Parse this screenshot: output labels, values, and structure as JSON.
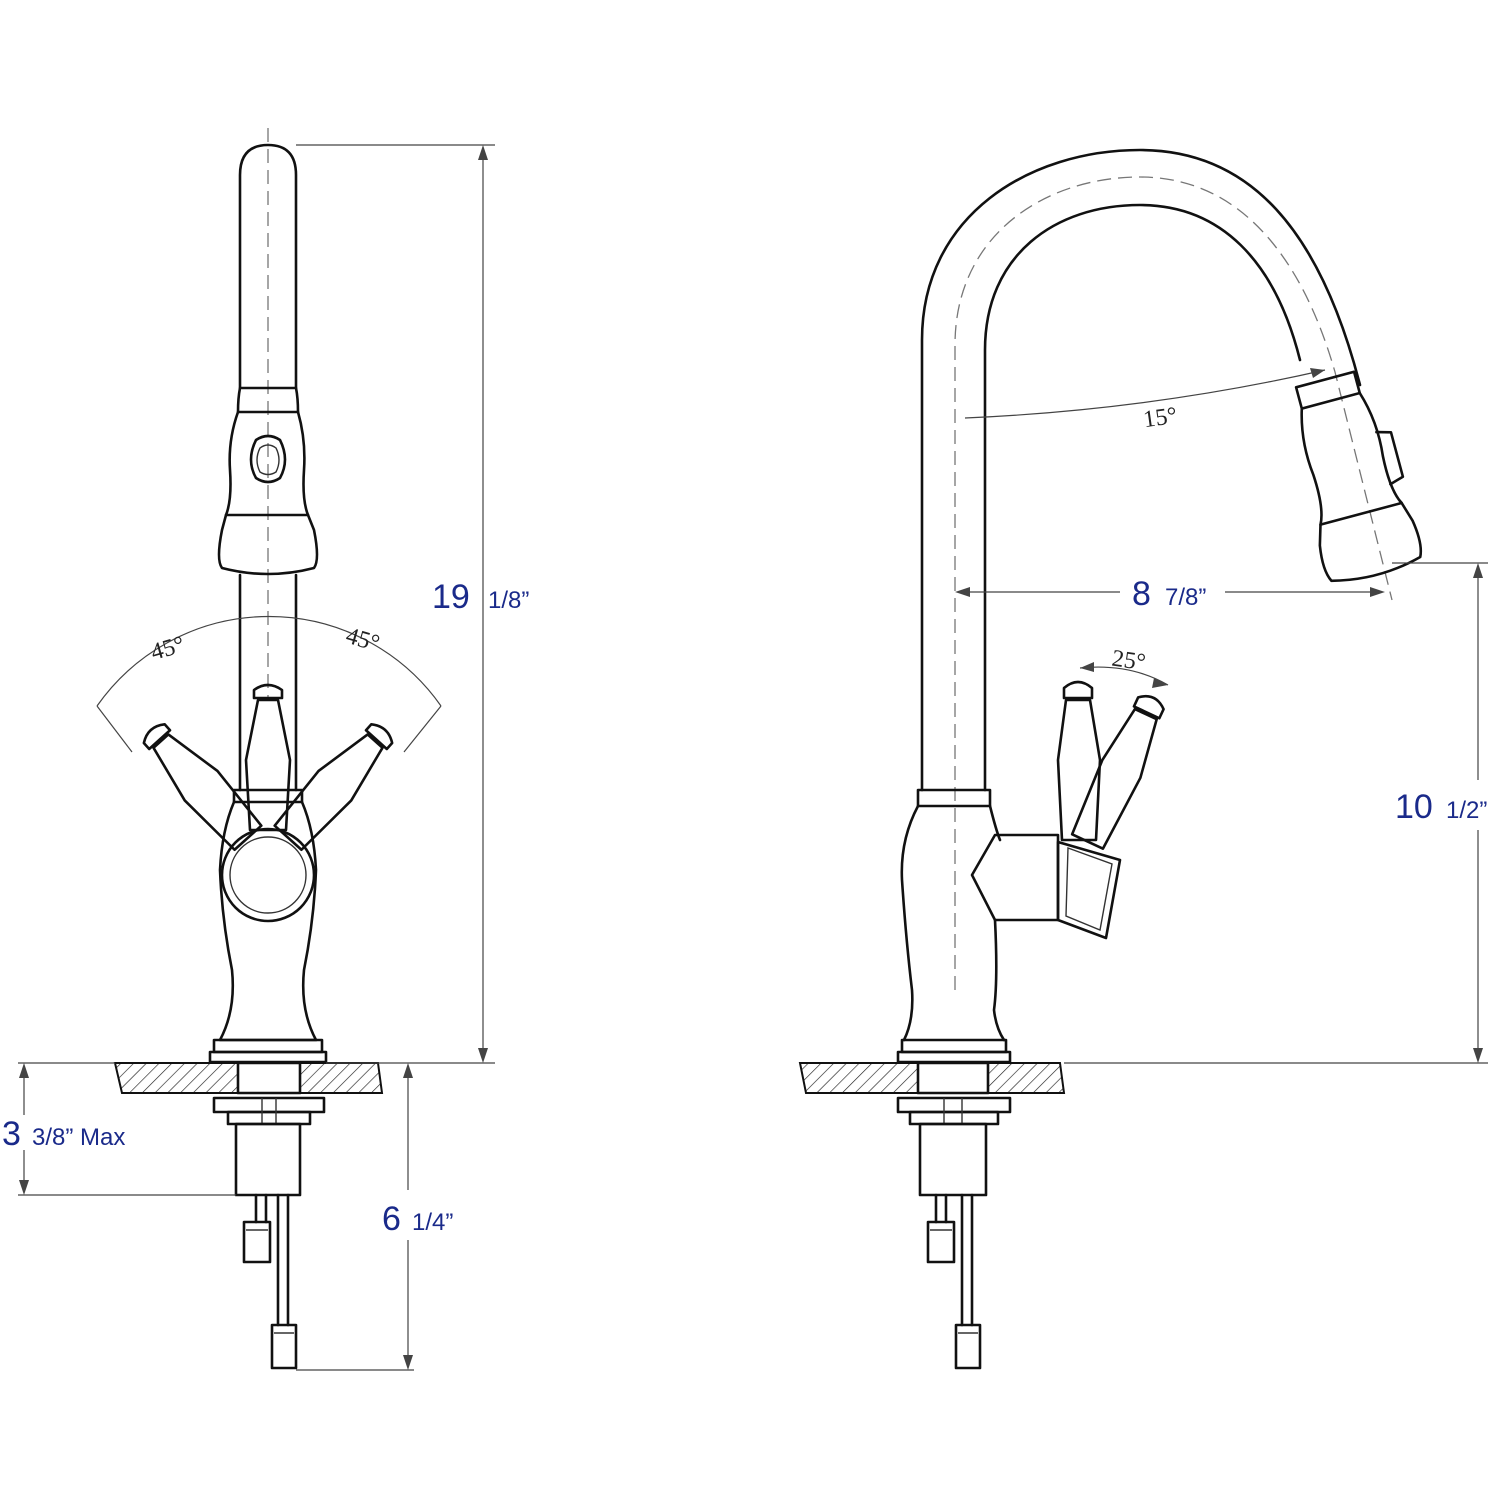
{
  "dimensions": {
    "overall_height": {
      "whole": "19",
      "fraction": "1/8”"
    },
    "reach": {
      "whole": "8",
      "fraction": "7/8”"
    },
    "spout_height": {
      "whole": "10",
      "fraction": "1/2”"
    },
    "deck_thickness": {
      "whole": "3",
      "fraction": "3/8” Max"
    },
    "below_deck": {
      "whole": "6",
      "fraction": "1/4”"
    }
  },
  "angles": {
    "handle_left": "45°",
    "handle_right": "45°",
    "spray_head": "15°",
    "handle_side": "25°"
  },
  "colors": {
    "dimension_text": "#1a2a8a",
    "line": "#111111"
  }
}
